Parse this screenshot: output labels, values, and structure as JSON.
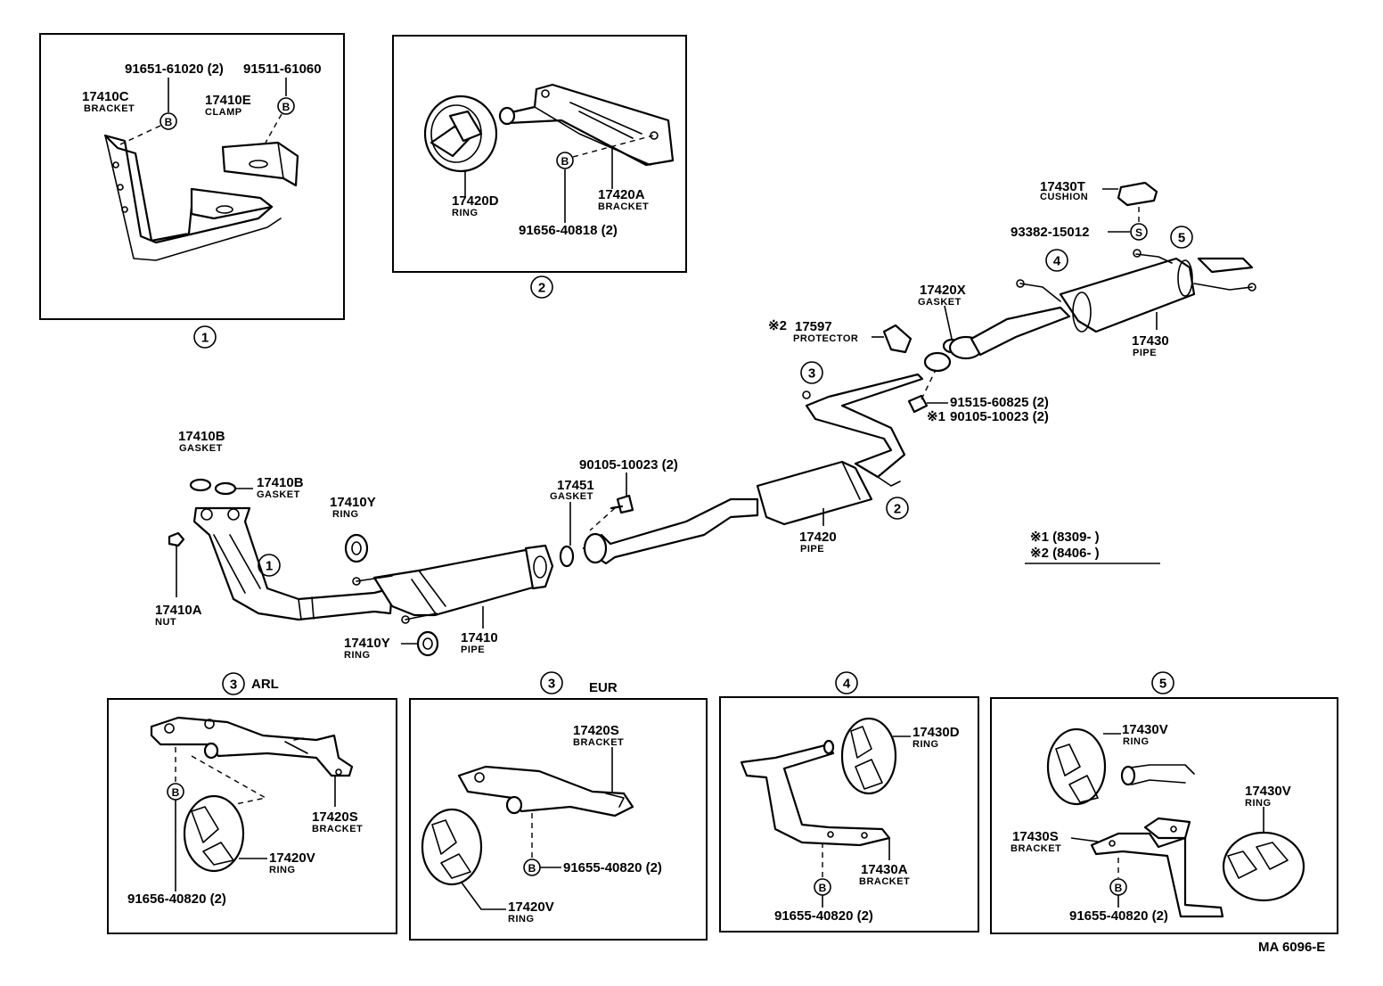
{
  "labels": {
    "p91651": "91651-61020 (2)",
    "p91511": "91511-61060",
    "p17410C": "17410C",
    "n17410C": "BRACKET",
    "p17410E": "17410E",
    "n17410E": "CLAMP",
    "p17420D": "17420D",
    "n17420D": "RING",
    "p17420A": "17420A",
    "n17420A": "BRACKET",
    "p91656a": "91656-40818 (2)",
    "p17430T": "17430T",
    "n17430T": "CUSHION",
    "p93382": "93382-15012",
    "p17420X": "17420X",
    "n17420X": "GASKET",
    "p17597": "17597",
    "n17597": "PROTECTOR",
    "p17430": "17430",
    "n17430": "PIPE",
    "p91515": "91515-60825 (2)",
    "p90105a": "90105-10023 (2)",
    "p17410B1": "17410B",
    "n17410B1": "GASKET",
    "p17410B2": "17410B",
    "n17410B2": "GASKET",
    "p17410Y1": "17410Y",
    "n17410Y1": "RING",
    "p90105b": "90105-10023 (2)",
    "p17451": "17451",
    "n17451": "GASKET",
    "p17420": "17420",
    "n17420": "PIPE",
    "p17410A": "17410A",
    "n17410A": "NUT",
    "p17410Y2": "17410Y",
    "n17410Y2": "RING",
    "p17410": "17410",
    "n17410": "PIPE",
    "note1": "※1 (8309-          )",
    "note2": "※2 (8406-          )",
    "mark1": "※1",
    "mark2": "※2",
    "arl": "ARL",
    "eur": "EUR",
    "p17420S1": "17420S",
    "n17420S1": "BRACKET",
    "p17420V1": "17420V",
    "n17420V1": "RING",
    "p91656b": "91656-40820 (2)",
    "p17420S2": "17420S",
    "n17420S2": "BRACKET",
    "p91655a": "91655-40820 (2)",
    "p17420V2": "17420V",
    "n17420V2": "RING",
    "p17430D": "17430D",
    "n17430D": "RING",
    "p17430A": "17430A",
    "n17430A": "BRACKET",
    "p91655b": "91655-40820 (2)",
    "p17430V1": "17430V",
    "n17430V1": "RING",
    "p17430V2": "17430V",
    "n17430V2": "RING",
    "p17430S": "17430S",
    "n17430S": "BRACKET",
    "p91655c": "91655-40820 (2)",
    "code": "MA 6096-E"
  },
  "refs": {
    "r1": "1",
    "r2": "2",
    "r3": "3",
    "r4": "4",
    "r5": "5"
  },
  "bolt_marks": {
    "b": "B",
    "s": "S"
  }
}
